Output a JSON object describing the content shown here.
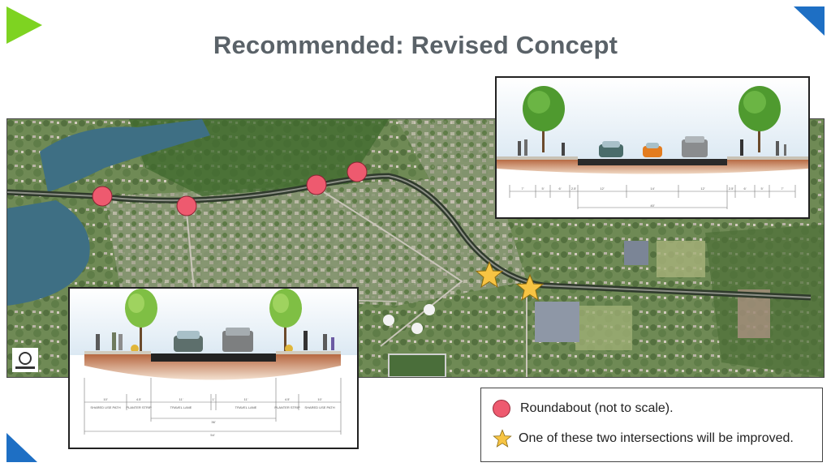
{
  "title": "Recommended: Revised Concept",
  "legend": {
    "roundabout_label": "Roundabout (not to scale).",
    "star_label": "One of these two intersections will be improved."
  },
  "section_large": {
    "dims_top": [
      "10'",
      "4.5'",
      "11'",
      "1'",
      "11'",
      "4.5'",
      "10'"
    ],
    "labels": [
      "SHARED USE PATH",
      "PLANTER STRIP",
      "TRAVEL LANE",
      "TRAVEL LANE",
      "PLANTER STRIP",
      "SHARED USE PATH"
    ],
    "total_inner": "36'",
    "total_outer": "54'"
  },
  "section_small": {
    "dims_top": [
      "7'",
      "5'",
      "6'",
      "2.5'",
      "12'",
      "14'",
      "12'",
      "2.5'",
      "6'",
      "5'",
      "7'"
    ],
    "total": "40'"
  },
  "colors": {
    "title": "#5a6268",
    "roundabout": "#ee5a6f",
    "star": "#f7c443",
    "corner_green": "#7ed321",
    "corner_blue": "#1e6fc4"
  }
}
